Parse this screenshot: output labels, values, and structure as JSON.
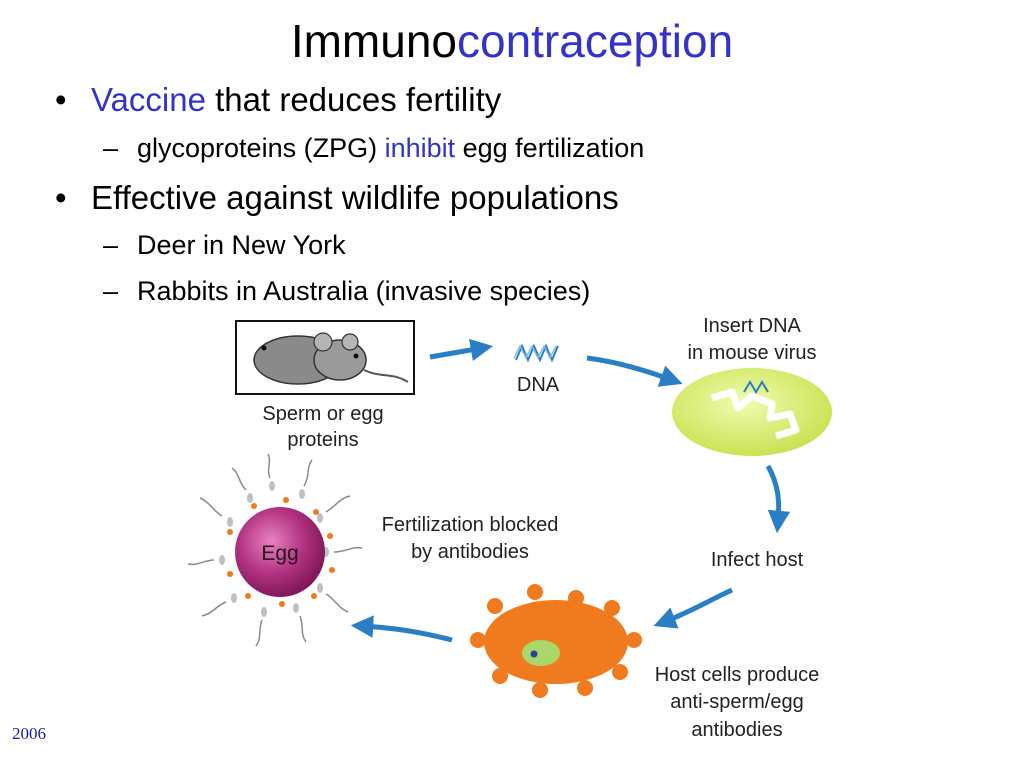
{
  "title": {
    "part1": "Immuno",
    "part2": "contraception"
  },
  "bullets": [
    {
      "accent": "Vaccine",
      "rest": " that reduces fertility"
    },
    {
      "text": "Effective against wildlife populations"
    }
  ],
  "subbullets": [
    {
      "pre": "glycoproteins (ZPG) ",
      "accent": "inhibit",
      "post": " egg fertilization"
    },
    {
      "text": "Deer in New York"
    },
    {
      "text": "Rabbits in Australia (invasive species)"
    }
  ],
  "bullet_glyph": "•",
  "dash_glyph": "–",
  "diagram": {
    "sperm_label_1": "Sperm or egg",
    "sperm_label_2": "proteins",
    "dna_label": "DNA",
    "insert_label_1": "Insert DNA",
    "insert_label_2": "in mouse virus",
    "infect_label": "Infect host",
    "host_label_1": "Host cells produce",
    "host_label_2": "anti-sperm/egg",
    "host_label_3": "antibodies",
    "egg_label": "Egg",
    "blocked_label_1": "Fertilization blocked",
    "blocked_label_2": "by antibodies"
  },
  "year": "2006",
  "colors": {
    "accent": "#3333cc",
    "arrow": "#2a7fc4",
    "egg": "#a0206e",
    "host_cell": "#f07a1e",
    "virus": "#d6ec5c"
  }
}
